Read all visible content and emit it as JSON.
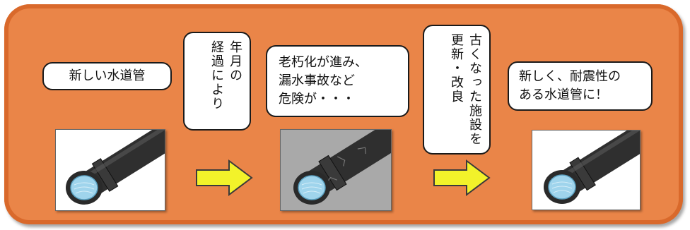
{
  "labels": {
    "new_pipe": "新しい水道管",
    "years_passing": [
      "年月の",
      "経過により"
    ],
    "aging_lines": [
      "老朽化が進み、",
      "漏水事故など",
      "危険が・・・"
    ],
    "renewal": [
      "古くなった施設を",
      "更新・改良"
    ],
    "result_lines": [
      "新しく、耐震性の",
      "ある水道管に！"
    ]
  },
  "images": {
    "pipe_new_1": "new-water-pipe",
    "pipe_old": "aged-cracked-water-pipe",
    "pipe_new_2": "renewed-earthquake-resistant-water-pipe"
  },
  "colors": {
    "frame": "#ea8548",
    "arrow_fill": "#f2f22a",
    "pipe": "#333333",
    "water": "#9fd4ec",
    "old_background": "#a9a9a9"
  }
}
